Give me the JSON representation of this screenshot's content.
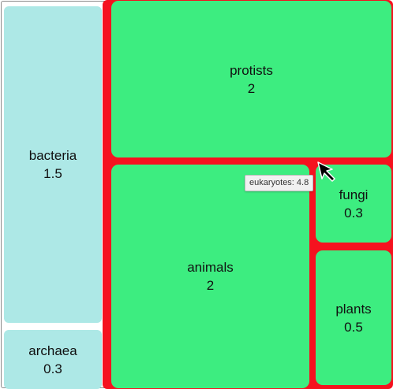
{
  "chart_data": {
    "type": "treemap",
    "groups": [
      {
        "name": "eukaryotes",
        "value": 4.8,
        "color": "#f5121f",
        "highlighted": true,
        "children": [
          {
            "name": "protists",
            "value": 2
          },
          {
            "name": "animals",
            "value": 2
          },
          {
            "name": "fungi",
            "value": 0.3
          },
          {
            "name": "plants",
            "value": 0.5
          }
        ]
      },
      {
        "name": "bacteria",
        "value": 1.5,
        "children": []
      },
      {
        "name": "archaea",
        "value": 0.3,
        "children": []
      }
    ],
    "colors": {
      "eukaryote_tiles": "#3ded80",
      "prokaryote_tiles": "#ade8e6",
      "highlight": "#f5121f"
    }
  },
  "tooltip": {
    "text": "eukaryotes: 4.8"
  },
  "icons": {
    "cursor": "arrow-pointer-icon"
  }
}
